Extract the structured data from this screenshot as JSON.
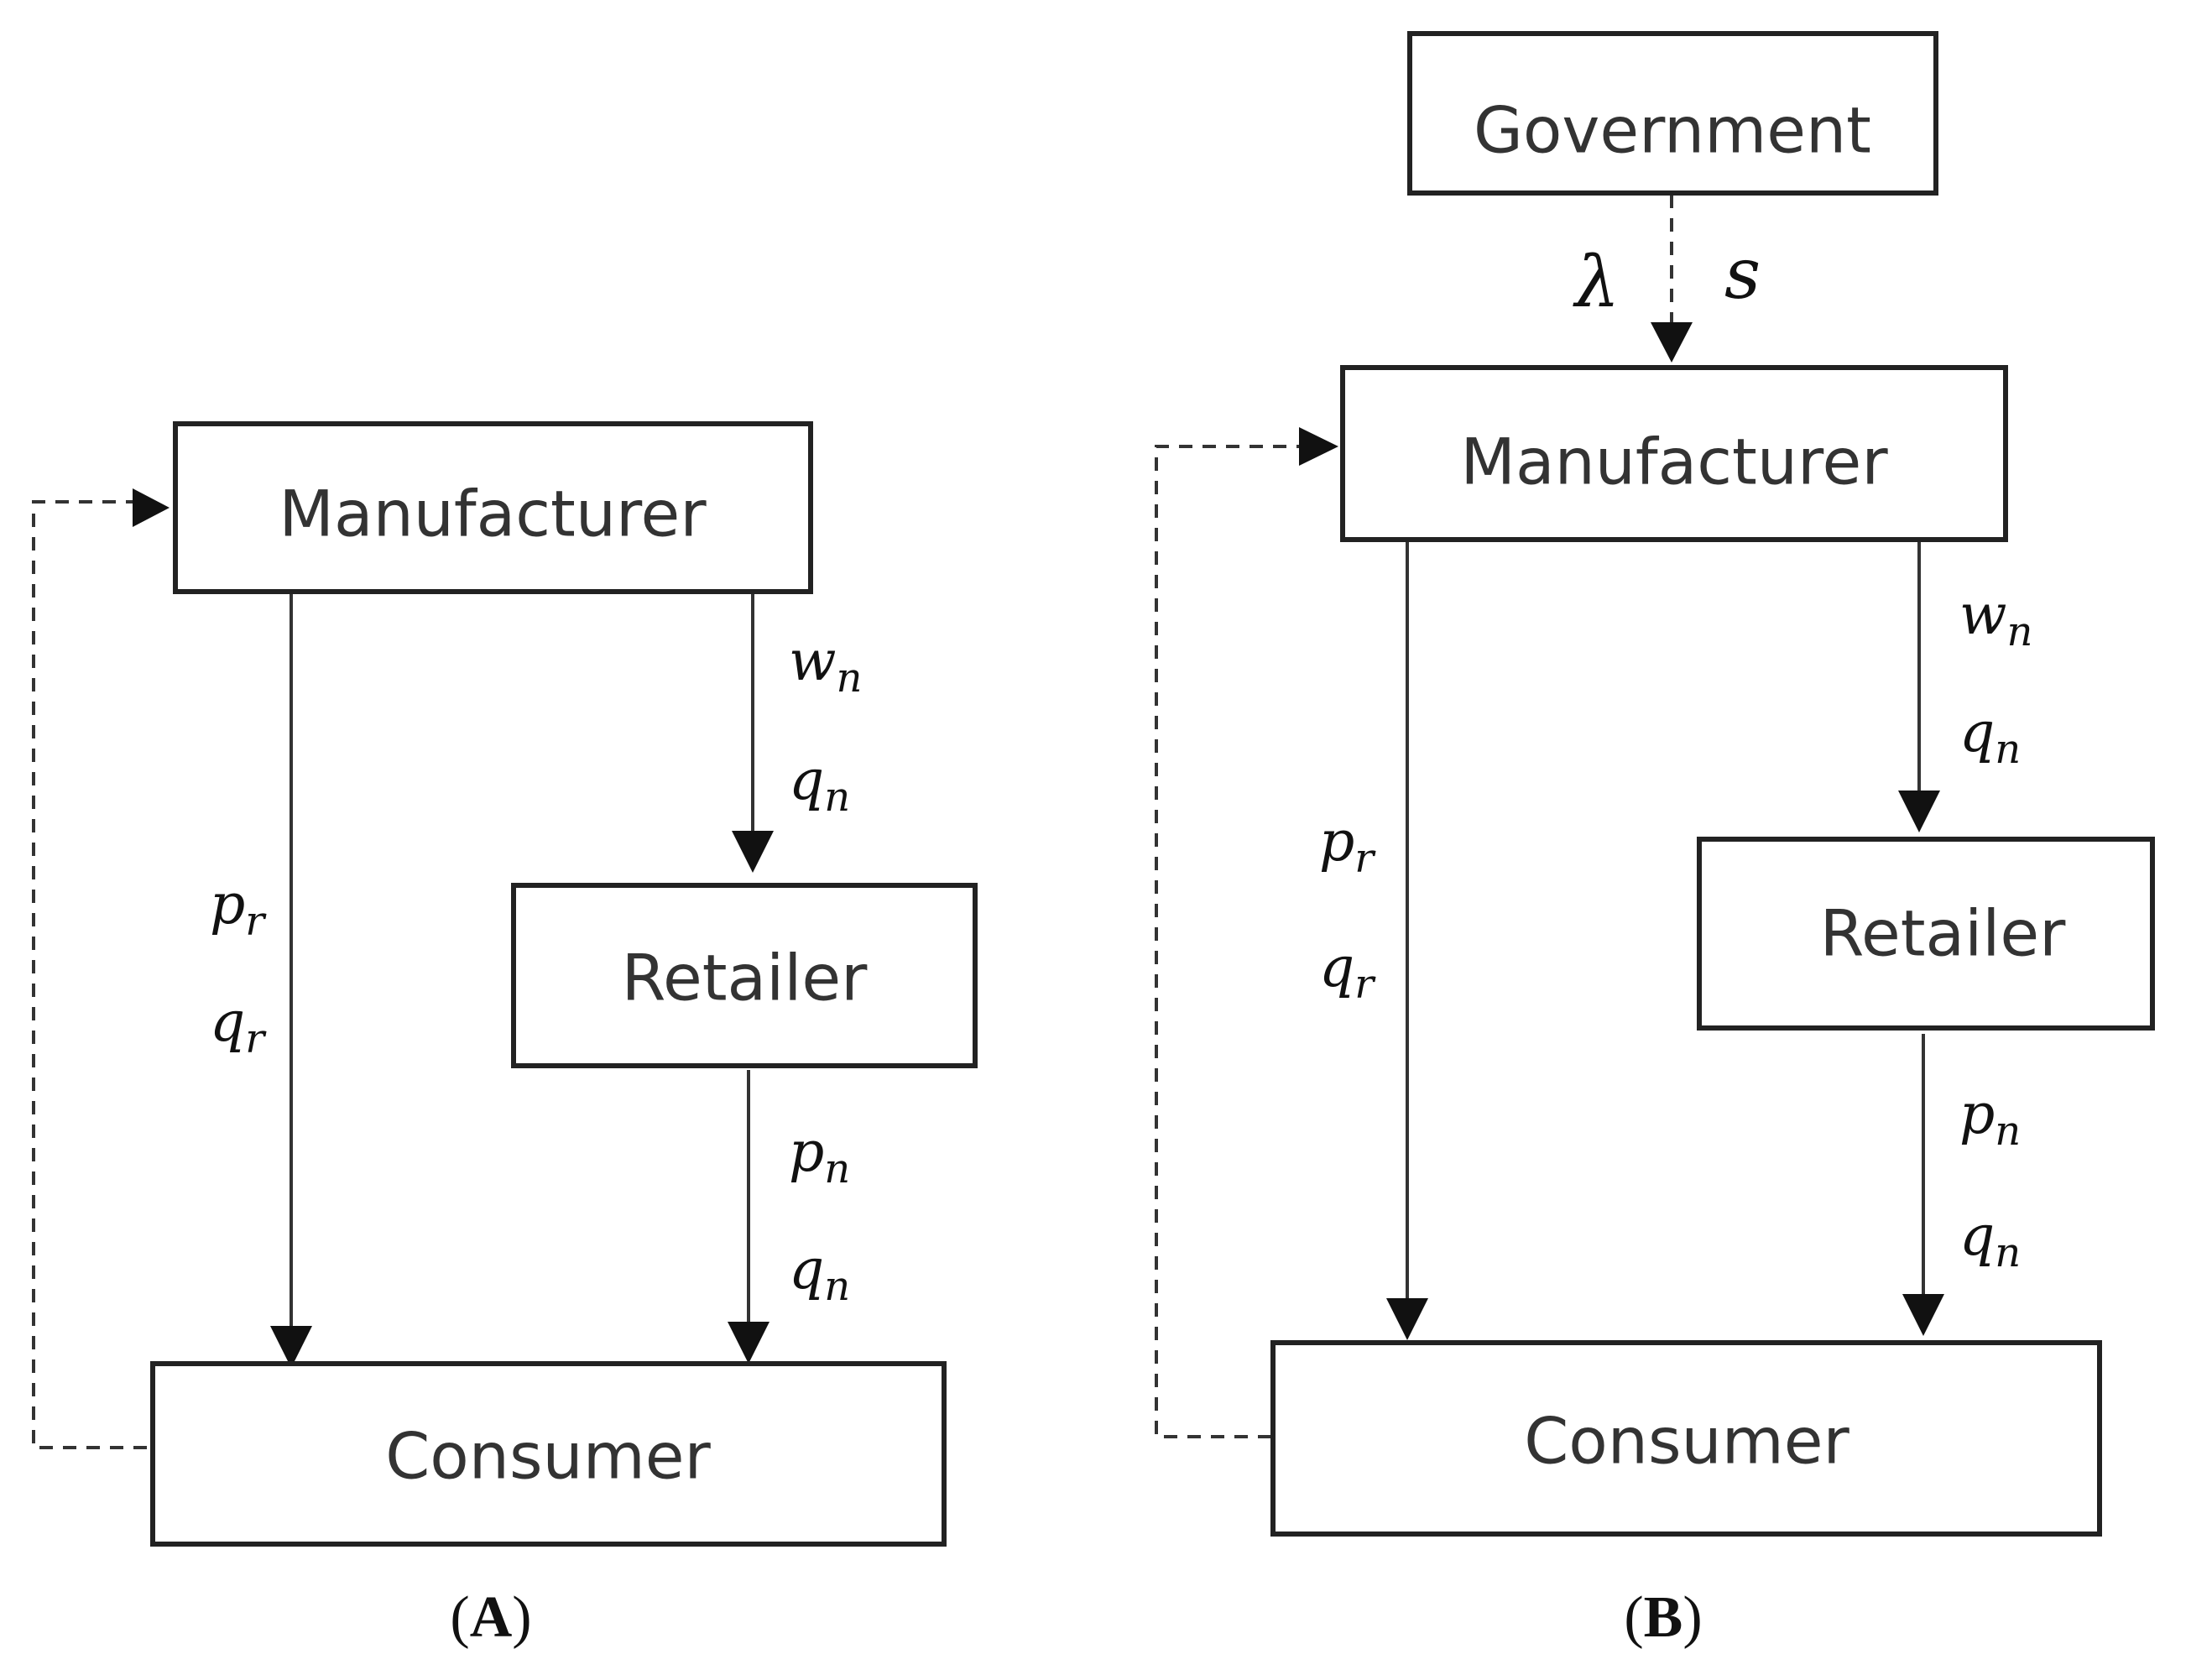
{
  "panel_a": {
    "manufacturer": "Manufacturer",
    "retailer": "Retailer",
    "consumer": "Consumer",
    "caption_letter": "A",
    "edge_manufacturer_consumer": {
      "first_base": "p",
      "first_sub": "r",
      "second_base": "q",
      "second_sub": "r"
    },
    "edge_manufacturer_retailer": {
      "first_base": "w",
      "first_sub": "n",
      "second_base": "q",
      "second_sub": "n"
    },
    "edge_retailer_consumer": {
      "first_base": "p",
      "first_sub": "n",
      "second_base": "q",
      "second_sub": "n"
    }
  },
  "panel_b": {
    "government": "Government",
    "manufacturer": "Manufacturer",
    "retailer": "Retailer",
    "consumer": "Consumer",
    "caption_letter": "B",
    "edge_government_manufacturer": {
      "left": "λ",
      "right": "s"
    },
    "edge_manufacturer_consumer": {
      "first_base": "p",
      "first_sub": "r",
      "second_base": "q",
      "second_sub": "r"
    },
    "edge_manufacturer_retailer": {
      "first_base": "w",
      "first_sub": "n",
      "second_base": "q",
      "second_sub": "n"
    },
    "edge_retailer_consumer": {
      "first_base": "p",
      "first_sub": "n",
      "second_base": "q",
      "second_sub": "n"
    }
  },
  "caption": {
    "open": "(",
    "close": ")"
  }
}
